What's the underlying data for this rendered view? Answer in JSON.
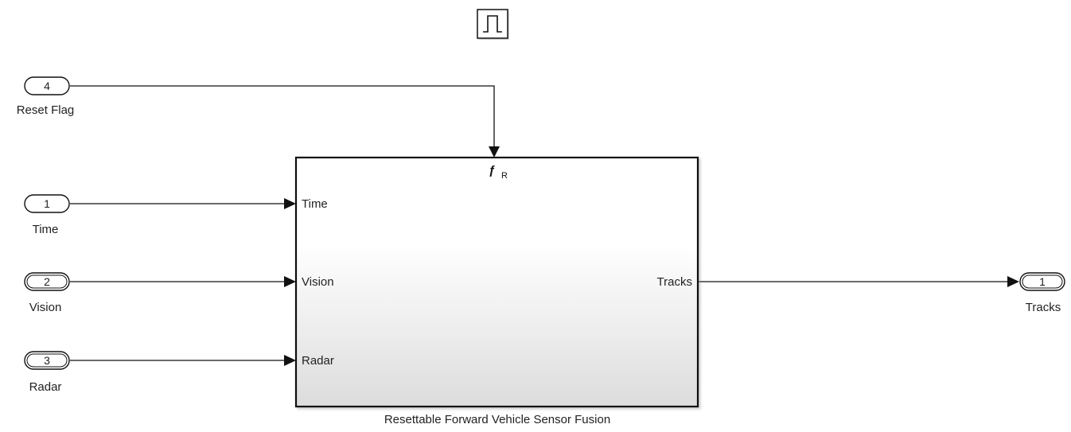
{
  "function_call_block": {
    "icon": "pulse-icon"
  },
  "inports": [
    {
      "number": "4",
      "label": "Reset Flag"
    },
    {
      "number": "1",
      "label": "Time"
    },
    {
      "number": "2",
      "label": "Vision"
    },
    {
      "number": "3",
      "label": "Radar"
    }
  ],
  "subsystem": {
    "name": "Resettable Forward Vehicle Sensor Fusion",
    "trigger_icon": "function-call-icon",
    "trigger_symbol": "ƒ",
    "trigger_subscript": "R",
    "inputs": [
      "Time",
      "Vision",
      "Radar"
    ],
    "outputs": [
      "Tracks"
    ]
  },
  "outports": [
    {
      "number": "1",
      "label": "Tracks"
    }
  ]
}
